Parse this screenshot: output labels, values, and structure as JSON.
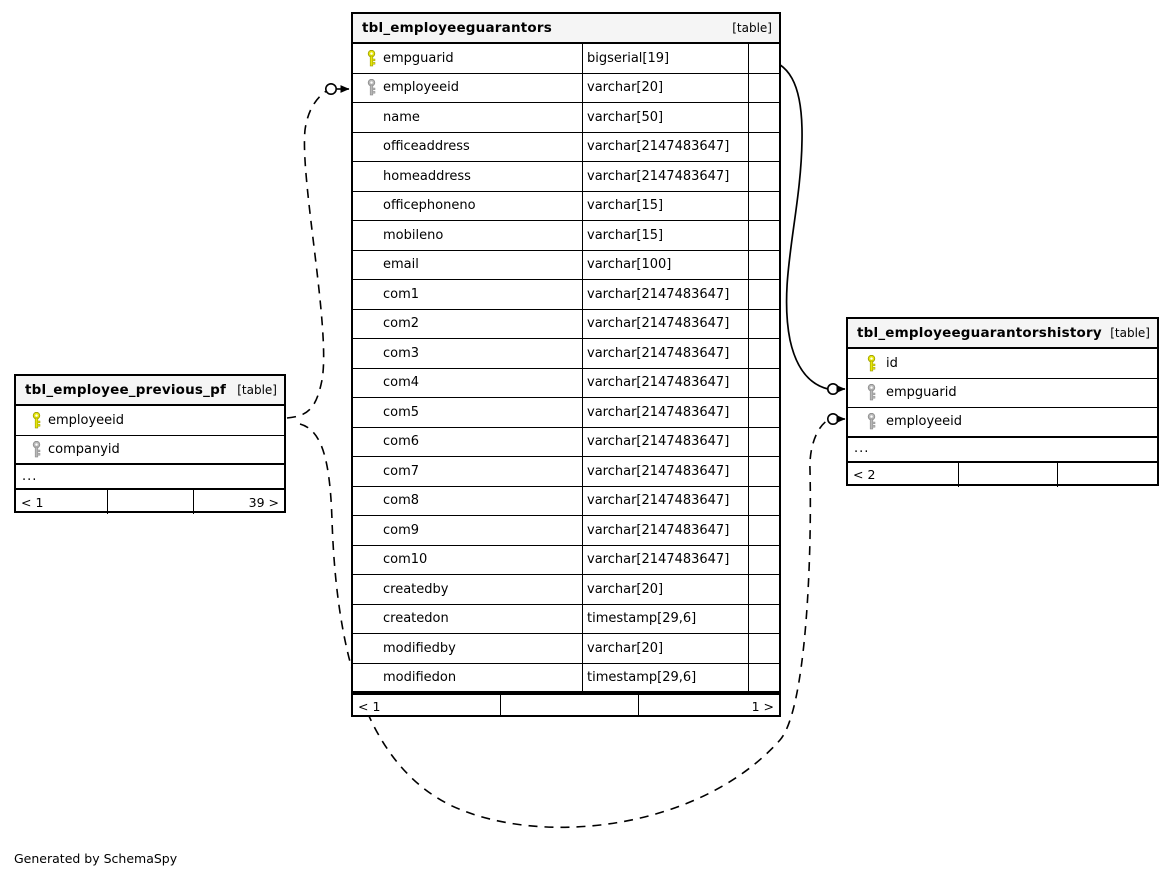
{
  "caption": "Generated by SchemaSpy",
  "table_tag": "[table]",
  "ellipsis": "...",
  "colors": {
    "primary_key": "#e8e80a",
    "foreign_key": "#b3b3b3",
    "border": "#000000",
    "header_bg": "#f5f5f5",
    "background": "#ffffff"
  },
  "tables": {
    "main": {
      "name": "tbl_employeeguarantors",
      "tag": "[table]",
      "columns": [
        {
          "name": "empguarid",
          "type": "bigserial[19]",
          "key": "primary"
        },
        {
          "name": "employeeid",
          "type": "varchar[20]",
          "key": "foreign"
        },
        {
          "name": "name",
          "type": "varchar[50]",
          "key": "none"
        },
        {
          "name": "officeaddress",
          "type": "varchar[2147483647]",
          "key": "none"
        },
        {
          "name": "homeaddress",
          "type": "varchar[2147483647]",
          "key": "none"
        },
        {
          "name": "officephoneno",
          "type": "varchar[15]",
          "key": "none"
        },
        {
          "name": "mobileno",
          "type": "varchar[15]",
          "key": "none"
        },
        {
          "name": "email",
          "type": "varchar[100]",
          "key": "none"
        },
        {
          "name": "com1",
          "type": "varchar[2147483647]",
          "key": "none"
        },
        {
          "name": "com2",
          "type": "varchar[2147483647]",
          "key": "none"
        },
        {
          "name": "com3",
          "type": "varchar[2147483647]",
          "key": "none"
        },
        {
          "name": "com4",
          "type": "varchar[2147483647]",
          "key": "none"
        },
        {
          "name": "com5",
          "type": "varchar[2147483647]",
          "key": "none"
        },
        {
          "name": "com6",
          "type": "varchar[2147483647]",
          "key": "none"
        },
        {
          "name": "com7",
          "type": "varchar[2147483647]",
          "key": "none"
        },
        {
          "name": "com8",
          "type": "varchar[2147483647]",
          "key": "none"
        },
        {
          "name": "com9",
          "type": "varchar[2147483647]",
          "key": "none"
        },
        {
          "name": "com10",
          "type": "varchar[2147483647]",
          "key": "none"
        },
        {
          "name": "createdby",
          "type": "varchar[20]",
          "key": "none"
        },
        {
          "name": "createdon",
          "type": "timestamp[29,6]",
          "key": "none"
        },
        {
          "name": "modifiedby",
          "type": "varchar[20]",
          "key": "none"
        },
        {
          "name": "modifiedon",
          "type": "timestamp[29,6]",
          "key": "none"
        }
      ],
      "footer": {
        "left": "< 1",
        "mid": "",
        "right": "1 >"
      }
    },
    "left": {
      "name": "tbl_employee_previous_pf",
      "tag": "[table]",
      "columns": [
        {
          "name": "employeeid",
          "key": "primary"
        },
        {
          "name": "companyid",
          "key": "foreign"
        }
      ],
      "footer": {
        "left": "< 1",
        "mid": "",
        "right": "39 >"
      }
    },
    "right": {
      "name": "tbl_employeeguarantorshistory",
      "tag": "[table]",
      "columns": [
        {
          "name": "id",
          "key": "primary"
        },
        {
          "name": "empguarid",
          "key": "foreign"
        },
        {
          "name": "employeeid",
          "key": "foreign"
        }
      ],
      "footer": {
        "left": "< 2",
        "mid": "",
        "right": ""
      }
    }
  },
  "relationships": [
    {
      "name": "main-employeeid-to-left",
      "from": "tbl_employee_previous_pf.employeeid",
      "to": "tbl_employeeguarantors.employeeid",
      "style": "dashed"
    },
    {
      "name": "main-empguarid-to-history-empguarid",
      "from": "tbl_employeeguarantors.empguarid",
      "to": "tbl_employeeguarantorshistory.empguarid",
      "style": "solid"
    },
    {
      "name": "left-employeeid-to-history-employeeid",
      "from": "tbl_employee_previous_pf.employeeid",
      "to": "tbl_employeeguarantorshistory.employeeid",
      "style": "dashed"
    }
  ]
}
